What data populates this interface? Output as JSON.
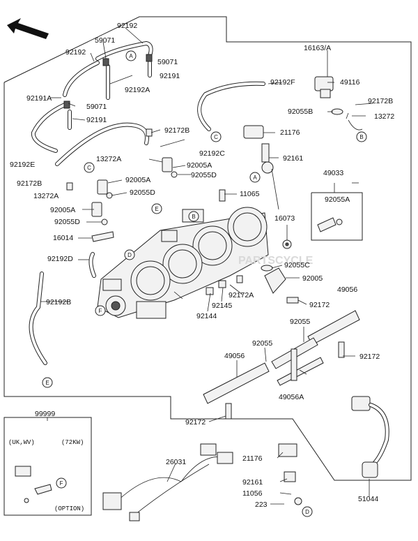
{
  "labels": {
    "p92192_top": "92192",
    "p59071_a": "59071",
    "p59071_b": "59071",
    "p92192_left": "92192",
    "p92191_a": "92191",
    "p92192A": "92192A",
    "p92191A": "92191A",
    "p59071_c": "59071",
    "p92191_b": "92191",
    "p16163A": "16163/A",
    "p92192F": "92192F",
    "p49116": "49116",
    "p92172B_r": "92172B",
    "p92055B": "92055B",
    "p13272_r": "13272",
    "p21176_t": "21176",
    "p92172B_m": "92172B",
    "p92192C": "92192C",
    "p92161_t": "92161",
    "p92192E": "92192E",
    "p13272A_m": "13272A",
    "p92005A_m": "92005A",
    "p92055D_m": "92055D",
    "p92005A_l": "92005A",
    "p92172B_l": "92172B",
    "p92055D_l": "92055D",
    "p13272A_l": "13272A",
    "p11065": "11065",
    "p49033": "49033",
    "p92055A": "92055A",
    "p92005A_l2": "92005A",
    "p92055D_l2": "92055D",
    "p16073": "16073",
    "p16014": "16014",
    "p92192D": "92192D",
    "p92055C": "92055C",
    "p92005": "92005",
    "p92172A": "92172A",
    "p92145": "92145",
    "p92144": "92144",
    "p92172_c": "92172",
    "p49056_r": "49056",
    "p92192B": "92192B",
    "p92055_r": "92055",
    "p92055_m": "92055",
    "p49056_m": "49056",
    "p92172_r": "92172",
    "p49056A": "49056A",
    "p92172_b": "92172",
    "p99999": "99999",
    "p26031": "26031",
    "p21176_b": "21176",
    "p92161_b": "92161",
    "p11056": "11056",
    "p223": "223",
    "p51044": "51044"
  },
  "refs": {
    "A": "A",
    "B": "B",
    "C": "C",
    "D": "D",
    "E": "E",
    "F": "F"
  },
  "inset": {
    "market": "(UK,WV)",
    "power": "(72KW)",
    "option": "(OPTION)"
  },
  "watermark": "PARTSCYCLE"
}
